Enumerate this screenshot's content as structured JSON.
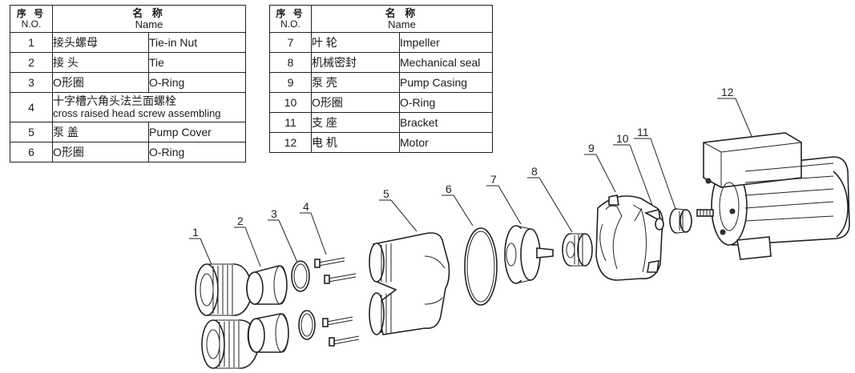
{
  "header": {
    "no_cn": "序 号",
    "no_en": "N.O.",
    "name_cn": "名 称",
    "name_en": "Name"
  },
  "parts_left": [
    {
      "no": "1",
      "cn": "接头螺母",
      "en": "Tie-in Nut"
    },
    {
      "no": "2",
      "cn": "接 头",
      "en": "Tie"
    },
    {
      "no": "3",
      "cn": "O形圈",
      "en": "O-Ring"
    },
    {
      "no": "4",
      "cn": "十字槽六角头法兰面螺栓",
      "en": "cross raised head screw assembling"
    },
    {
      "no": "5",
      "cn": "泵 盖",
      "en": "Pump Cover"
    },
    {
      "no": "6",
      "cn": "O形圈",
      "en": "O-Ring"
    }
  ],
  "parts_right": [
    {
      "no": "7",
      "cn": "叶 轮",
      "en": "Impeller"
    },
    {
      "no": "8",
      "cn": "机械密封",
      "en": "Mechanical seal"
    },
    {
      "no": "9",
      "cn": "泵 壳",
      "en": "Pump Casing"
    },
    {
      "no": "10",
      "cn": "O形圈",
      "en": "O-Ring"
    },
    {
      "no": "11",
      "cn": "支 座",
      "en": "Bracket"
    },
    {
      "no": "12",
      "cn": "电 机",
      "en": "Motor"
    }
  ],
  "callouts": [
    "1",
    "2",
    "3",
    "4",
    "5",
    "6",
    "7",
    "8",
    "9",
    "10",
    "11",
    "12"
  ],
  "colors": {
    "ink": "#222222",
    "paper": "#ffffff"
  }
}
